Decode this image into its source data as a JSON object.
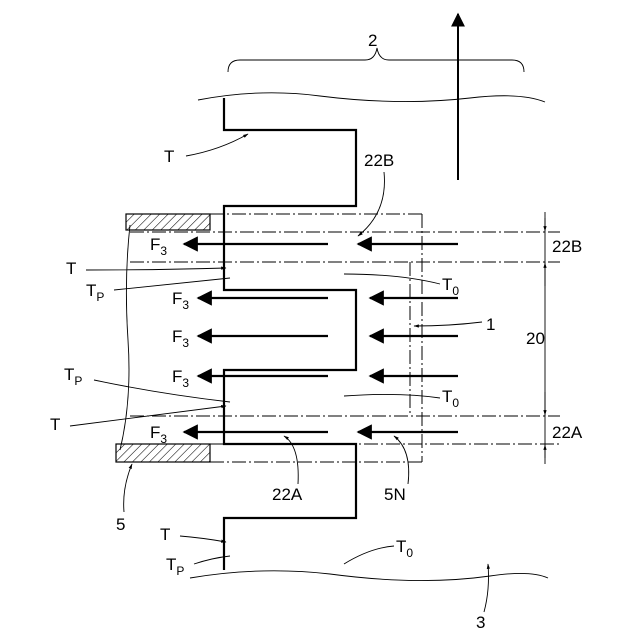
{
  "labels": {
    "ref_2": "2",
    "ref_3": "3",
    "ref_5": "5",
    "ref_5n": "5N",
    "ref_1": "1",
    "ref_20": "20",
    "ref_22a": "22A",
    "ref_22b": "22B",
    "ref_22a_dim": "22A",
    "ref_22b_dim": "22B",
    "t_upper": "T",
    "t_mid1": "T",
    "t_mid2": "T",
    "t_lower": "T",
    "tp_1": "T",
    "tp_2": "T",
    "tp_3": "T",
    "tp_sub": "P",
    "t0_1": "T",
    "t0_2": "T",
    "t0_3": "T",
    "t0_sub": "0",
    "f3_1": "F",
    "f3_2": "F",
    "f3_3": "F",
    "f3_4": "F",
    "f3_5": "F",
    "f3_sub": "3"
  }
}
